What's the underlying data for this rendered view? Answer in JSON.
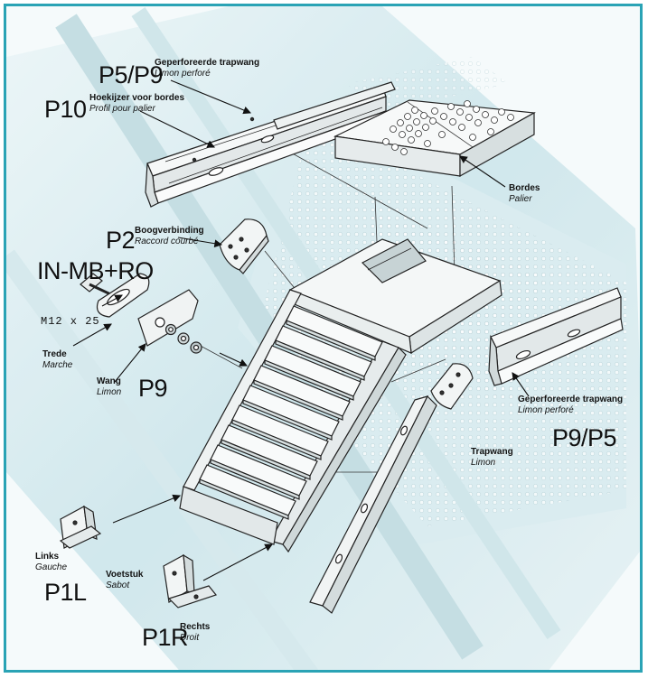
{
  "accent_color": "#2aa3b5",
  "parts": {
    "p5p9": {
      "code": "P5/P9",
      "nl": "Geperforeerde trapwang",
      "fr": "Limon perforé"
    },
    "p10": {
      "code": "P10",
      "nl": "Hoekijzer voor bordes",
      "fr": "Profil pour palier"
    },
    "bordes": {
      "nl": "Bordes",
      "fr": "Palier"
    },
    "p2": {
      "code": "P2",
      "nl": "Boogverbinding",
      "fr": "Raccord courbé"
    },
    "inmb": {
      "code": "IN-MB+RO",
      "spec": "M12 x 25"
    },
    "trede": {
      "nl": "Trede",
      "fr": "Marche"
    },
    "wang": {
      "nl": "Wang",
      "fr": "Limon"
    },
    "p9": {
      "code": "P9"
    },
    "p9p5": {
      "code": "P9/P5",
      "nl": "Geperforeerde trapwang",
      "fr": "Limon perforé"
    },
    "trapwang": {
      "nl": "Trapwang",
      "fr": "Limon"
    },
    "links": {
      "nl": "Links",
      "fr": "Gauche"
    },
    "voetstuk": {
      "nl": "Voetstuk",
      "fr": "Sabot"
    },
    "p1l": {
      "code": "P1L"
    },
    "p1r": {
      "code": "P1R",
      "nl": "Rechts",
      "fr": "Droit"
    }
  }
}
